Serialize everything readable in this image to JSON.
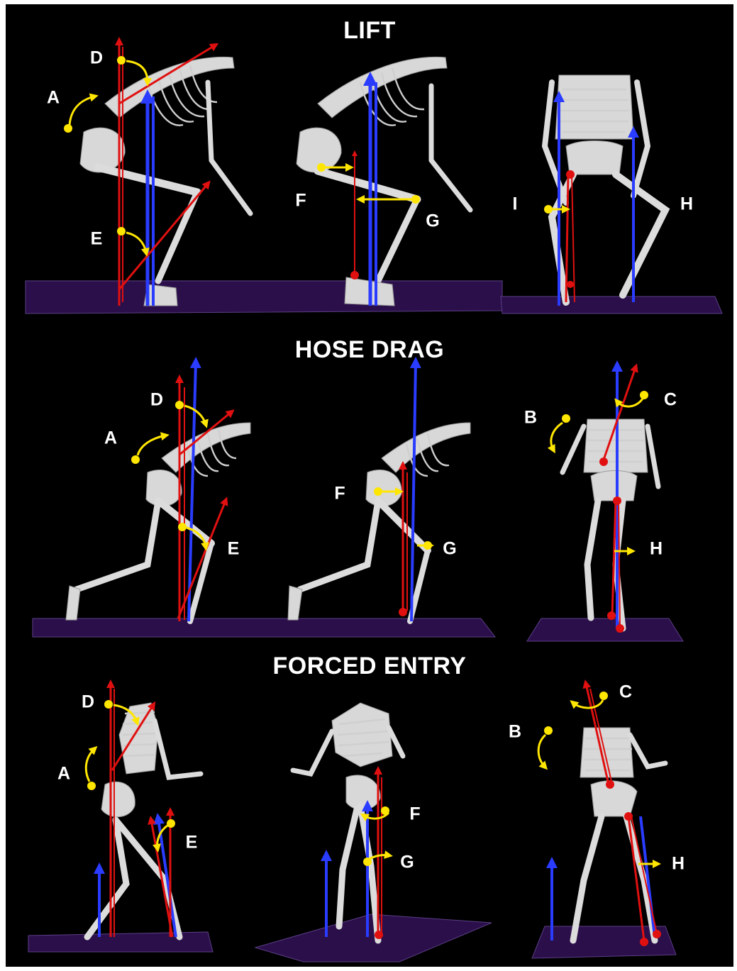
{
  "sections": {
    "lift": "LIFT",
    "hose_drag": "HOSE DRAG",
    "forced_entry": "FORCED ENTRY"
  },
  "labels": {
    "lift": {
      "A": "A",
      "D": "D",
      "E": "E",
      "F": "F",
      "G": "G",
      "I": "I",
      "H": "H"
    },
    "hose_drag": {
      "A": "A",
      "D": "D",
      "E": "E",
      "F": "F",
      "G": "G",
      "B": "B",
      "C": "C",
      "H": "H"
    },
    "forced_entry": {
      "A": "A",
      "D": "D",
      "E": "E",
      "F": "F",
      "G": "G",
      "B": "B",
      "C": "C",
      "H": "H"
    }
  },
  "colors": {
    "background": "#000000",
    "force_vector": "#e01010",
    "vertical_vector": "#2a3cff",
    "joint_marker": "#ffe600",
    "floor": "#2b0f4a",
    "bone": "#d8d8d8"
  }
}
